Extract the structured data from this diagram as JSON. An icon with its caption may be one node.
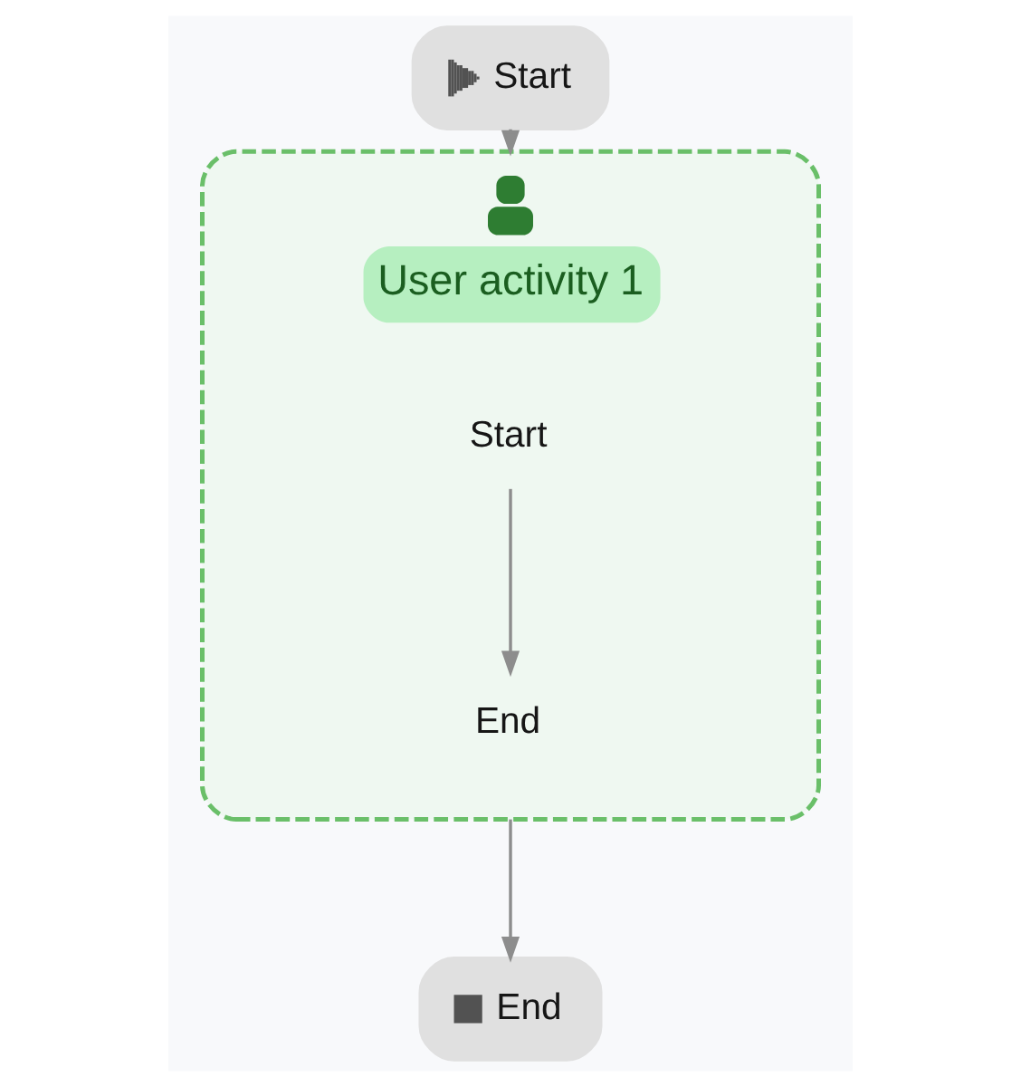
{
  "diagram": {
    "nodes": [
      {
        "text": [
          "Start"
        ]
      },
      {
        "text": [
          "User activity 1"
        ]
      },
      {
        "text": [
          "Start"
        ],
        "in": 1
      },
      {
        "text": [
          "End"
        ],
        "in": 1
      },
      {
        "text": [
          "End"
        ]
      }
    ],
    "edges": [
      {
        "from": 0,
        "to": 1,
        "arrow": "to"
      },
      {
        "from": 2,
        "to": 3,
        "arrow": "to"
      },
      {
        "from": 1,
        "to": 4,
        "arrow": "to"
      }
    ]
  }
}
